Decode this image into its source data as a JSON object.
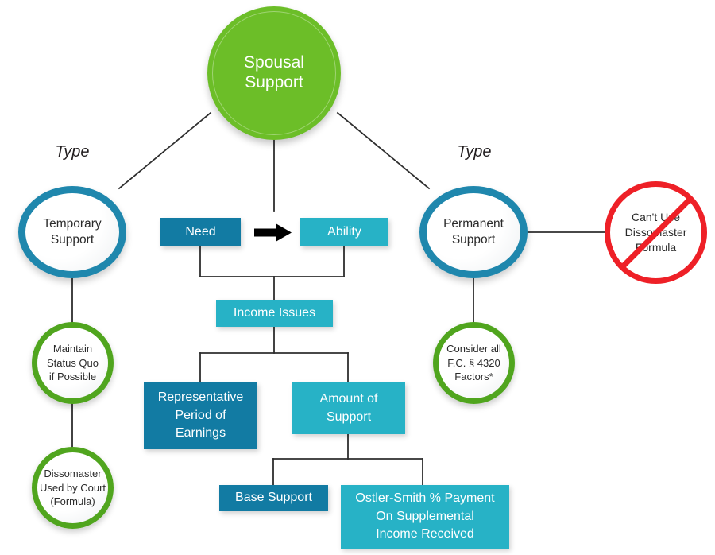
{
  "diagram": {
    "title": "Spousal Support",
    "root": {
      "label": "Spousal Support"
    },
    "type_labels": {
      "left": "Type",
      "right": "Type"
    },
    "nodes": {
      "temporary_support": "Temporary Support",
      "permanent_support": "Permanent Support",
      "maintain_status_quo": "Maintain Status Quo if Possible",
      "dissomaster_used": "Dissomaster Used by Court (Formula)",
      "consider_factors": "Consider all F.C. § 4320 Factors*",
      "cant_use_dissomaster": "Can't Use Dissomaster Formula",
      "need": "Need",
      "ability": "Ability",
      "income_issues": "Income Issues",
      "representative_period": "Representative Period of Earnings",
      "amount_of_support": "Amount of Support",
      "base_support": "Base Support",
      "ostler_smith": "Ostler-Smith % Payment On Supplemental Income Received"
    },
    "multiline": {
      "temporary_support": [
        "Temporary",
        "Support"
      ],
      "permanent_support": [
        "Permanent",
        "Support"
      ],
      "maintain_status_quo": [
        "Maintain",
        "Status Quo",
        "if Possible"
      ],
      "dissomaster_used": [
        "Dissomaster",
        "Used by Court",
        "(Formula)"
      ],
      "consider_factors": [
        "Consider all",
        "F.C. § 4320",
        "Factors*"
      ],
      "cant_use_dissomaster": [
        "Can't Use",
        "Dissomaster",
        "Formula"
      ],
      "root": [
        "Spousal",
        "Support"
      ],
      "representative_period": [
        "Representative",
        "Period of",
        "Earnings"
      ],
      "amount_of_support": [
        "Amount of",
        "Support"
      ],
      "ostler_smith": [
        "Ostler-Smith % Payment",
        "On Supplemental",
        "Income Received"
      ]
    },
    "colors": {
      "root_green": "#6cbe28",
      "ring_blue": "#1f87ad",
      "ring_green": "#50a51e",
      "ban_red": "#ee2027",
      "box_dark": "#127ba3",
      "box_light": "#27b2c6",
      "connector": "#2e2e2e",
      "arrow": "#000000",
      "background": "#ffffff"
    },
    "icons": {
      "flow_arrow": "right-arrow-icon",
      "prohibition": "no-entry-icon"
    }
  }
}
